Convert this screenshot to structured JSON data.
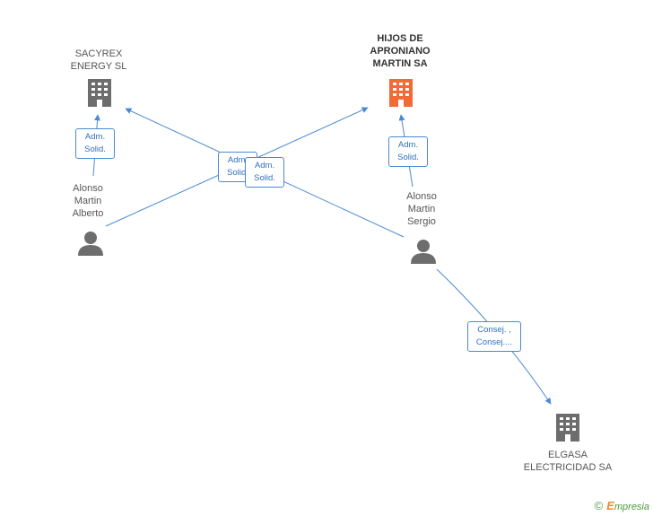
{
  "nodes": {
    "sacyrex": {
      "label_lines": [
        "SACYREX",
        "ENERGY  SL"
      ],
      "type": "company"
    },
    "hijos": {
      "label_lines": [
        "HIJOS DE",
        "APRONIANO",
        "MARTIN SA"
      ],
      "type": "company",
      "highlighted": true
    },
    "alberto": {
      "label_lines": [
        "Alonso",
        "Martin",
        "Alberto"
      ],
      "type": "person"
    },
    "sergio": {
      "label_lines": [
        "Alonso",
        "Martin",
        "Sergio"
      ],
      "type": "person"
    },
    "elgasa": {
      "label_lines": [
        "ELGASA",
        "ELECTRICIDAD SA"
      ],
      "type": "company"
    }
  },
  "edges": [
    {
      "from": "alberto",
      "to": "sacyrex",
      "label_lines": [
        "Adm.",
        "Solid."
      ]
    },
    {
      "from": "alberto",
      "to": "hijos",
      "label_lines": [
        "Adm.",
        "Solid."
      ]
    },
    {
      "from": "sergio",
      "to": "sacyrex",
      "label_lines": [
        "Adm.",
        "Solid."
      ]
    },
    {
      "from": "sergio",
      "to": "hijos",
      "label_lines": [
        "Adm.",
        "Solid."
      ]
    },
    {
      "from": "sergio",
      "to": "elgasa",
      "label_lines": [
        "Consej. ,",
        "Consej...."
      ]
    }
  ],
  "colors": {
    "edge": "#4a8ad4",
    "company": "#6d6d6d",
    "company_highlight": "#f26a35",
    "person": "#6d6d6d"
  },
  "brand": {
    "copyright_symbol": "©",
    "name_initial": "E",
    "name_rest": "mpresia"
  }
}
